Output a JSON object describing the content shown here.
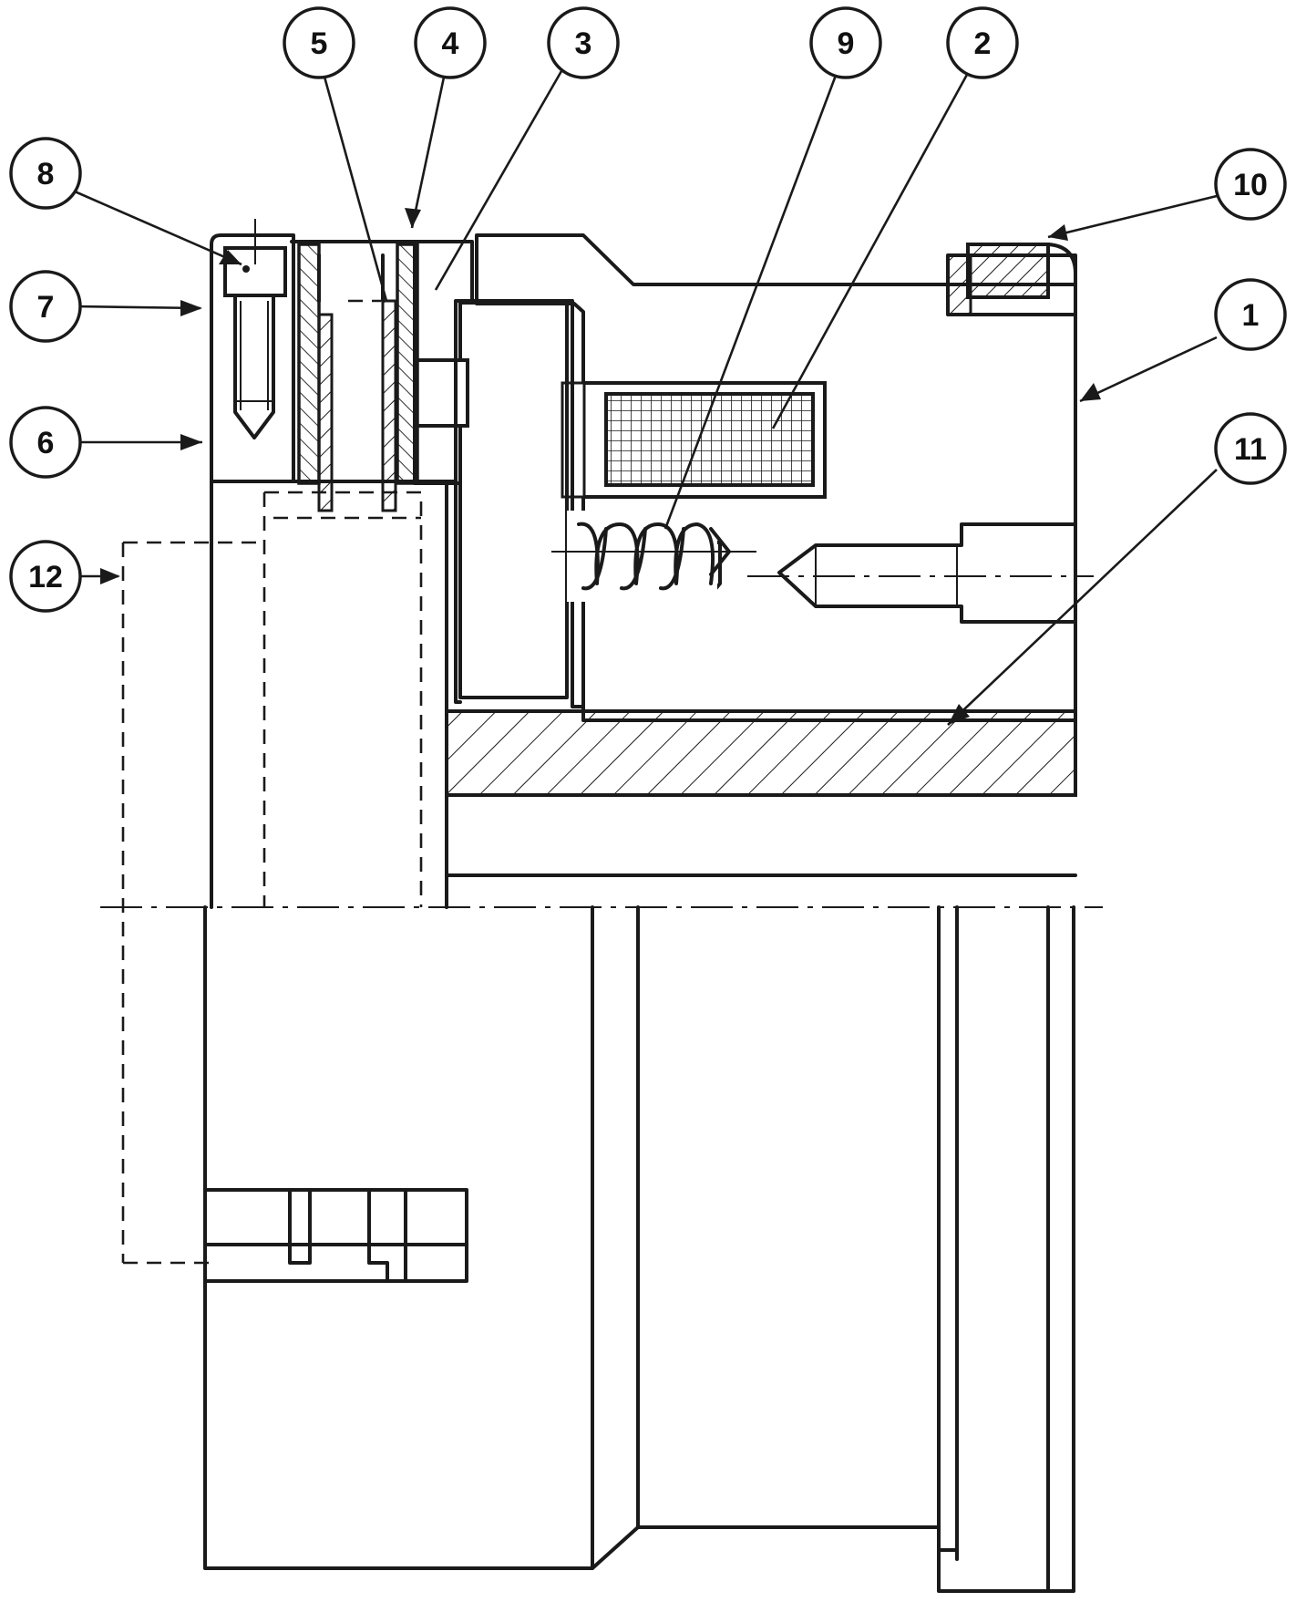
{
  "diagram": {
    "colors": {
      "line": "#1a1a1a",
      "background": "#ffffff"
    },
    "callouts": [
      {
        "id": "c5",
        "label": "5"
      },
      {
        "id": "c4",
        "label": "4"
      },
      {
        "id": "c3",
        "label": "3"
      },
      {
        "id": "c9",
        "label": "9"
      },
      {
        "id": "c2",
        "label": "2"
      },
      {
        "id": "c8",
        "label": "8"
      },
      {
        "id": "c10",
        "label": "10"
      },
      {
        "id": "c7",
        "label": "7"
      },
      {
        "id": "c1",
        "label": "1"
      },
      {
        "id": "c6",
        "label": "6"
      },
      {
        "id": "c11",
        "label": "11"
      },
      {
        "id": "c12",
        "label": "12"
      }
    ]
  }
}
